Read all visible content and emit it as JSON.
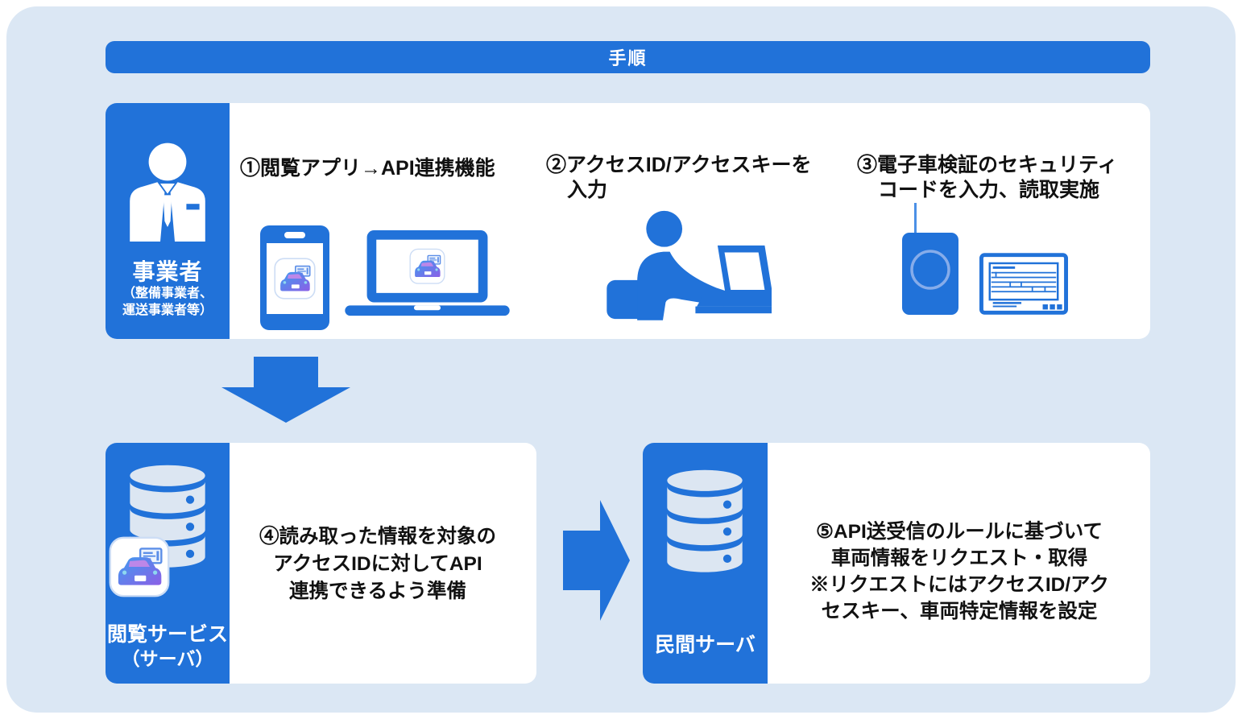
{
  "title_bar": {
    "label": "手順"
  },
  "actor_box": {
    "name": "事業者",
    "subname_lines": [
      "（整備事業者、",
      "運送事業者等）"
    ]
  },
  "steps": {
    "step1": {
      "lines": [
        "①閲覧アプリ→API連携機能"
      ]
    },
    "step2": {
      "lines": [
        "②アクセスID/アクセスキーを",
        "入力"
      ]
    },
    "step3": {
      "lines": [
        "③電子車検証のセキュリティ",
        "コードを入力、読取実施"
      ]
    },
    "step4": {
      "lines": [
        "④読み取った情報を対象の",
        "アクセスIDに対してAPI",
        "連携できるよう準備"
      ]
    },
    "step5": {
      "lines": [
        "⑤API送受信のルールに基づいて",
        "車両情報をリクエスト・取得",
        "※リクエストにはアクセスID/アク",
        "セスキー、車両特定情報を設定"
      ]
    }
  },
  "servers": {
    "viewer_service": {
      "label_lines": [
        "閲覧サービス",
        "（サーバ）"
      ]
    },
    "private_server": {
      "label": "民間サーバ"
    }
  },
  "icons": [
    "businessman-icon",
    "smartphone-icon",
    "laptop-icon",
    "vehicle-app-icon",
    "person-at-laptop-icon",
    "card-reader-icon",
    "vehicle-certificate-icon",
    "database-icon",
    "down-arrow-icon",
    "right-arrow-icon"
  ],
  "colors": {
    "accent_blue": "#2172d9",
    "panel_bg": "#dbe7f4",
    "cylinder_fill": "#dce6f2",
    "callout_blue": "#4b90e6",
    "text": "#111111",
    "white": "#ffffff"
  }
}
